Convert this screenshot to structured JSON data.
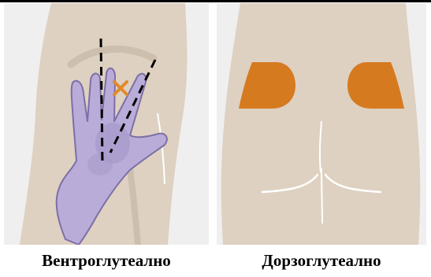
{
  "captions": {
    "left": "Вентроглутеално",
    "right": "Дорзоглутеално"
  },
  "colors": {
    "skin": "#ded1c1",
    "skin_shadow": "#cdbfae",
    "background": "#efefef",
    "glove": "#b9acd8",
    "glove_outline": "#7d6fa6",
    "injection_zone": "#d67a20",
    "marker": "#e08a2c",
    "dashed_line": "#000000"
  },
  "icons": {
    "left_illustration": "ventrogluteal-injection-site-illustration",
    "right_illustration": "dorsogluteal-injection-site-illustration",
    "marker": "x-mark-icon"
  }
}
